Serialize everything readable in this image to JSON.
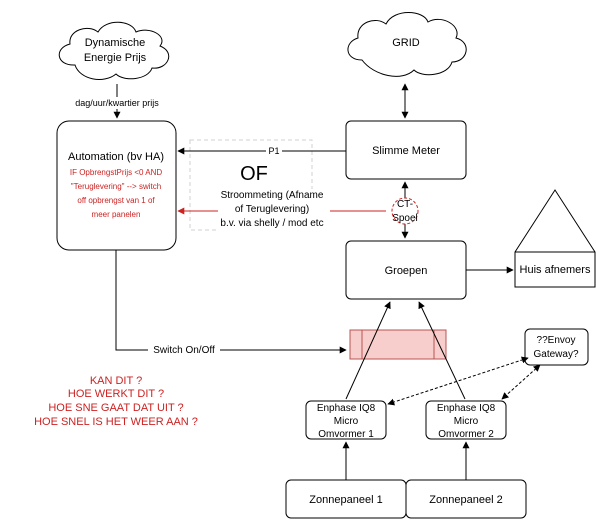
{
  "clouds": {
    "energy_prices": [
      "Dynamische",
      "Energie Prijs"
    ],
    "grid": "GRID"
  },
  "labels": {
    "price_interval": "dag/uur/kwartier prijs",
    "p1": "P1",
    "or": "OF",
    "measurement": [
      "Stroommeting (Afname",
      "of Teruglevering)",
      "b.v. via shelly / mod etc"
    ],
    "ct_coil": [
      "CT-",
      "Spoel"
    ],
    "switch": "Switch On/Off"
  },
  "automation": {
    "title": "Automation (bv HA)",
    "rule": [
      "IF OpbrengstPrijs <0 AND",
      "\"Teruglevering\" --> switch",
      "off opbrengst van 1 of",
      "meer panelen"
    ]
  },
  "boxes": {
    "smart_meter": "Slimme Meter",
    "groups": "Groepen",
    "house": "Huis afnemers",
    "envoy": [
      "??Envoy",
      "Gateway?"
    ],
    "inverter1": [
      "Enphase IQ8",
      "Micro",
      "Omvormer 1"
    ],
    "inverter2": [
      "Enphase IQ8",
      "Micro",
      "Omvormer 2"
    ],
    "panel1": "Zonnepaneel 1",
    "panel2": "Zonnepaneel 2"
  },
  "questions": [
    "KAN DIT ?",
    "HOE WERKT DIT ?",
    "HOE SNE GAAT DAT UIT ?",
    "HOE SNEL IS HET WEER AAN ?"
  ],
  "colors": {
    "line": "#000000",
    "red": "#cc2222",
    "switch_fill": "#f8cecc",
    "switch_stroke": "#b85450",
    "dashed_box": "#d0d0d0"
  }
}
